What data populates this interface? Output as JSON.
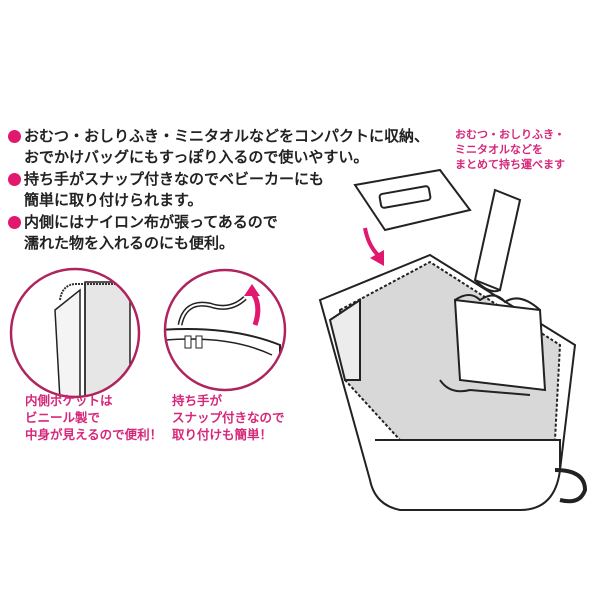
{
  "bullets": [
    {
      "line1": "おむつ・おしりふき・ミニタオルなどをコンパクトに収納、",
      "line2": "おでかけバッグにもすっぽり入るので使いやすい。"
    },
    {
      "line1": "持ち手がスナップ付きなのでベビーカーにも",
      "line2": "簡単に取り付けられます。"
    },
    {
      "line1": "内側にはナイロン布が張ってあるので",
      "line2": "濡れた物を入れるのにも便利。"
    }
  ],
  "note": [
    "おむつ・おしりふき・",
    "ミニタオルなどを",
    "まとめて持ち運べます"
  ],
  "captions": {
    "pocket": [
      "内側ポケットは",
      "ビニール製で",
      "中身が見えるので便利！"
    ],
    "handle": [
      "持ち手が",
      "スナップ付きなので",
      "取り付けも簡単！"
    ]
  },
  "colors": {
    "accent": "#e0186e",
    "caption": "#d6287a"
  }
}
